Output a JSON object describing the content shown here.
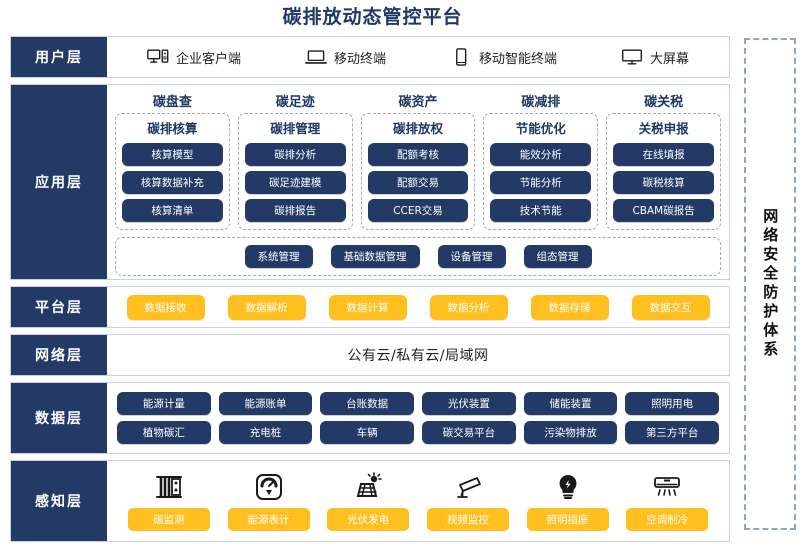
{
  "title": "碳排放动态管控平台",
  "security_panel": {
    "label": "网络安全防护体系"
  },
  "layers": {
    "user": {
      "label": "用户层",
      "items": [
        {
          "icon": "desktop-tower-icon",
          "label": "企业客户端"
        },
        {
          "icon": "laptop-icon",
          "label": "移动终端"
        },
        {
          "icon": "smartphone-icon",
          "label": "移动智能终端"
        },
        {
          "icon": "monitor-icon",
          "label": "大屏幕"
        }
      ]
    },
    "application": {
      "label": "应用层",
      "groups": [
        {
          "title": "碳盘查",
          "head": "碳排核算",
          "items": [
            "核算模型",
            "核算数据补充",
            "核算清单"
          ]
        },
        {
          "title": "碳足迹",
          "head": "碳排管理",
          "items": [
            "碳排分析",
            "碳足迹建模",
            "碳排报告"
          ]
        },
        {
          "title": "碳资产",
          "head": "碳排放权",
          "items": [
            "配额考核",
            "配额交易",
            "CCER交易"
          ]
        },
        {
          "title": "碳减排",
          "head": "节能优化",
          "items": [
            "能效分析",
            "节能分析",
            "技术节能"
          ]
        },
        {
          "title": "碳关税",
          "head": "关税申报",
          "items": [
            "在线填报",
            "碳税核算",
            "CBAM碳报告"
          ]
        }
      ],
      "common": [
        "系统管理",
        "基础数据管理",
        "设备管理",
        "组态管理"
      ]
    },
    "platform": {
      "label": "平台层",
      "items": [
        "数据接收",
        "数据解析",
        "数据计算",
        "数据分析",
        "数据存储",
        "数据交互"
      ]
    },
    "network": {
      "label": "网络层",
      "text": "公有云/私有云/局域网"
    },
    "data": {
      "label": "数据层",
      "row1": [
        "能源计量",
        "能源账单",
        "台账数据",
        "光伏装置",
        "储能装置",
        "照明用电"
      ],
      "row2": [
        "植物碳汇",
        "充电桩",
        "车辆",
        "碳交易平台",
        "污染物排放",
        "第三方平台"
      ]
    },
    "sensing": {
      "label": "感知层",
      "items": [
        {
          "icon": "carbon-monitor-cabinet-icon",
          "label": "碳监测"
        },
        {
          "icon": "energy-meter-gauge-icon",
          "label": "能源表计"
        },
        {
          "icon": "solar-panel-icon",
          "label": "光伏发电"
        },
        {
          "icon": "cctv-camera-icon",
          "label": "视频监控"
        },
        {
          "icon": "light-bulb-icon",
          "label": "照明插座"
        },
        {
          "icon": "air-conditioner-icon",
          "label": "空调制冷"
        }
      ]
    }
  },
  "colors": {
    "navy": "#243a66",
    "title_navy": "#1f3864",
    "yellow": "#FFC01F",
    "border": "#c9d2e3",
    "dashed": "#9aa7bd"
  }
}
